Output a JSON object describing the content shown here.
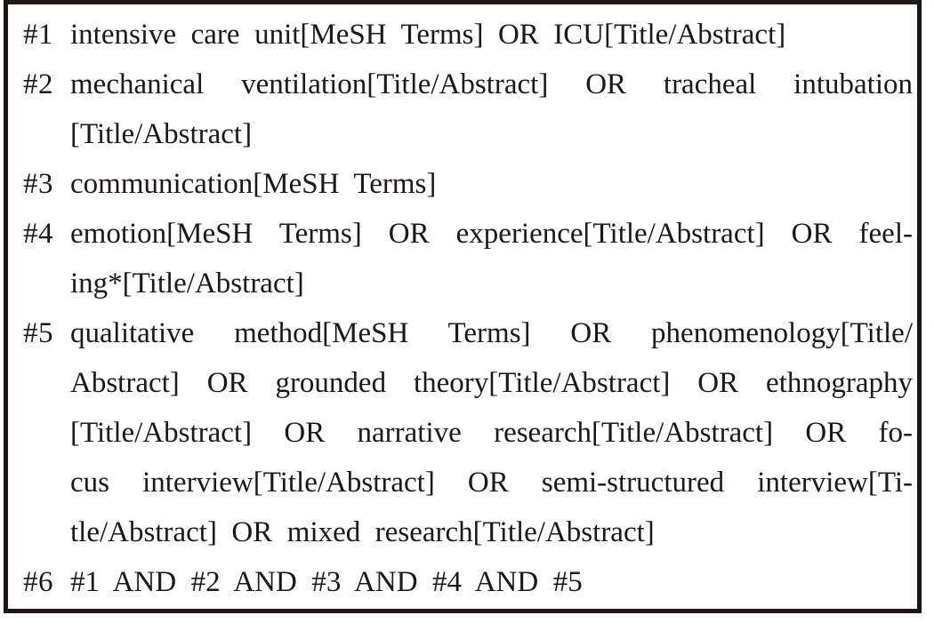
{
  "figure": {
    "kind": "search-strategy-box",
    "border_color": "#1d1715",
    "background_color": "#ffffff",
    "text_color": "#1d1715"
  },
  "queries": [
    {
      "label": "#1",
      "text": "intensive care unit[MeSH Terms] OR ICU[Title/Abstract]",
      "lines": [
        "intensive  care  unit[MeSH  Terms]  OR  ICU[Title/Abstract]"
      ]
    },
    {
      "label": "#2",
      "text": "mechanical ventilation[Title/Abstract] OR tracheal intubation[Title/Abstract]",
      "lines": [
        "mechanical  ventilation[Title/Abstract]  OR  tracheal  intubation",
        "[Title/Abstract]"
      ]
    },
    {
      "label": "#3",
      "text": "communication[MeSH Terms]",
      "lines": [
        "communication[MeSH  Terms]"
      ]
    },
    {
      "label": "#4",
      "text": "emotion[MeSH Terms] OR experience[Title/Abstract] OR feeling*[Title/Abstract]",
      "lines": [
        "emotion[MeSH Terms] OR experience[Title/Abstract] OR feel-",
        "ing*[Title/Abstract]"
      ]
    },
    {
      "label": "#5",
      "text": "qualitative method[MeSH Terms] OR phenomenology[Title/Abstract] OR grounded theory[Title/Abstract] OR ethnography[Title/Abstract] OR narrative research[Title/Abstract] OR focus interview[Title/Abstract] OR semi-structured interview[Title/Abstract] OR mixed research[Title/Abstract]",
      "lines": [
        "qualitative  method[MeSH  Terms]  OR  phenomenology[Title/",
        "Abstract]  OR  grounded  theory[Title/Abstract]  OR  ethnography",
        "[Title/Abstract]  OR  narrative  research[Title/Abstract]  OR  fo-",
        "cus  interview[Title/Abstract]  OR  semi-structured  interview[Ti-",
        "tle/Abstract]  OR  mixed  research[Title/Abstract]"
      ]
    },
    {
      "label": "#6",
      "text": "#1 AND #2 AND #3 AND #4 AND #5",
      "lines": [
        "#1  AND  #2  AND  #3  AND  #4  AND  #5"
      ]
    }
  ]
}
